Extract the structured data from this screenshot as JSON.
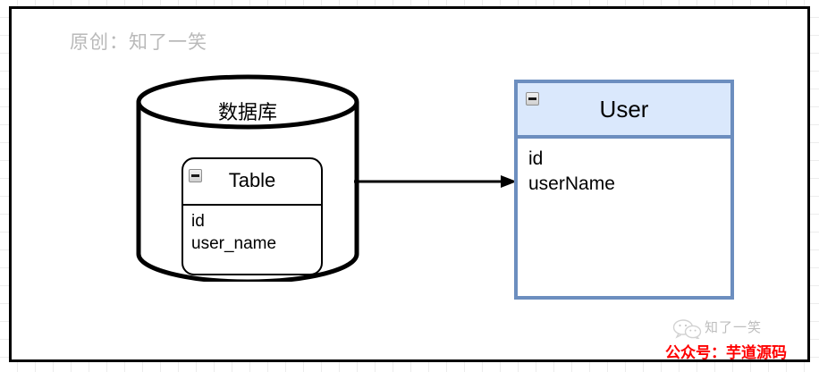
{
  "page": {
    "watermark_top": "原创：知了一笑",
    "watermark_brand": "知了一笑",
    "watermark_account": "公众号：芋道源码",
    "accent_blue_fill": "#dae8fc",
    "accent_blue_border": "#6c8ebf",
    "red": "#ff0000",
    "grey": "#b9b9b9",
    "black": "#000000"
  },
  "diagram": {
    "database": {
      "label": "数据库",
      "shape": "cylinder"
    },
    "table_entity": {
      "title": "Table",
      "collapse_icon": "minus-icon",
      "fields": [
        "id",
        "user_name"
      ],
      "fields_text": "id\nuser_name"
    },
    "user_entity": {
      "title": "User",
      "collapse_icon": "minus-icon",
      "fields": [
        "id",
        "userName"
      ],
      "fields_text": "id\nuserName"
    },
    "connector": {
      "from": "数据库",
      "to": "User",
      "style": "arrow"
    }
  }
}
